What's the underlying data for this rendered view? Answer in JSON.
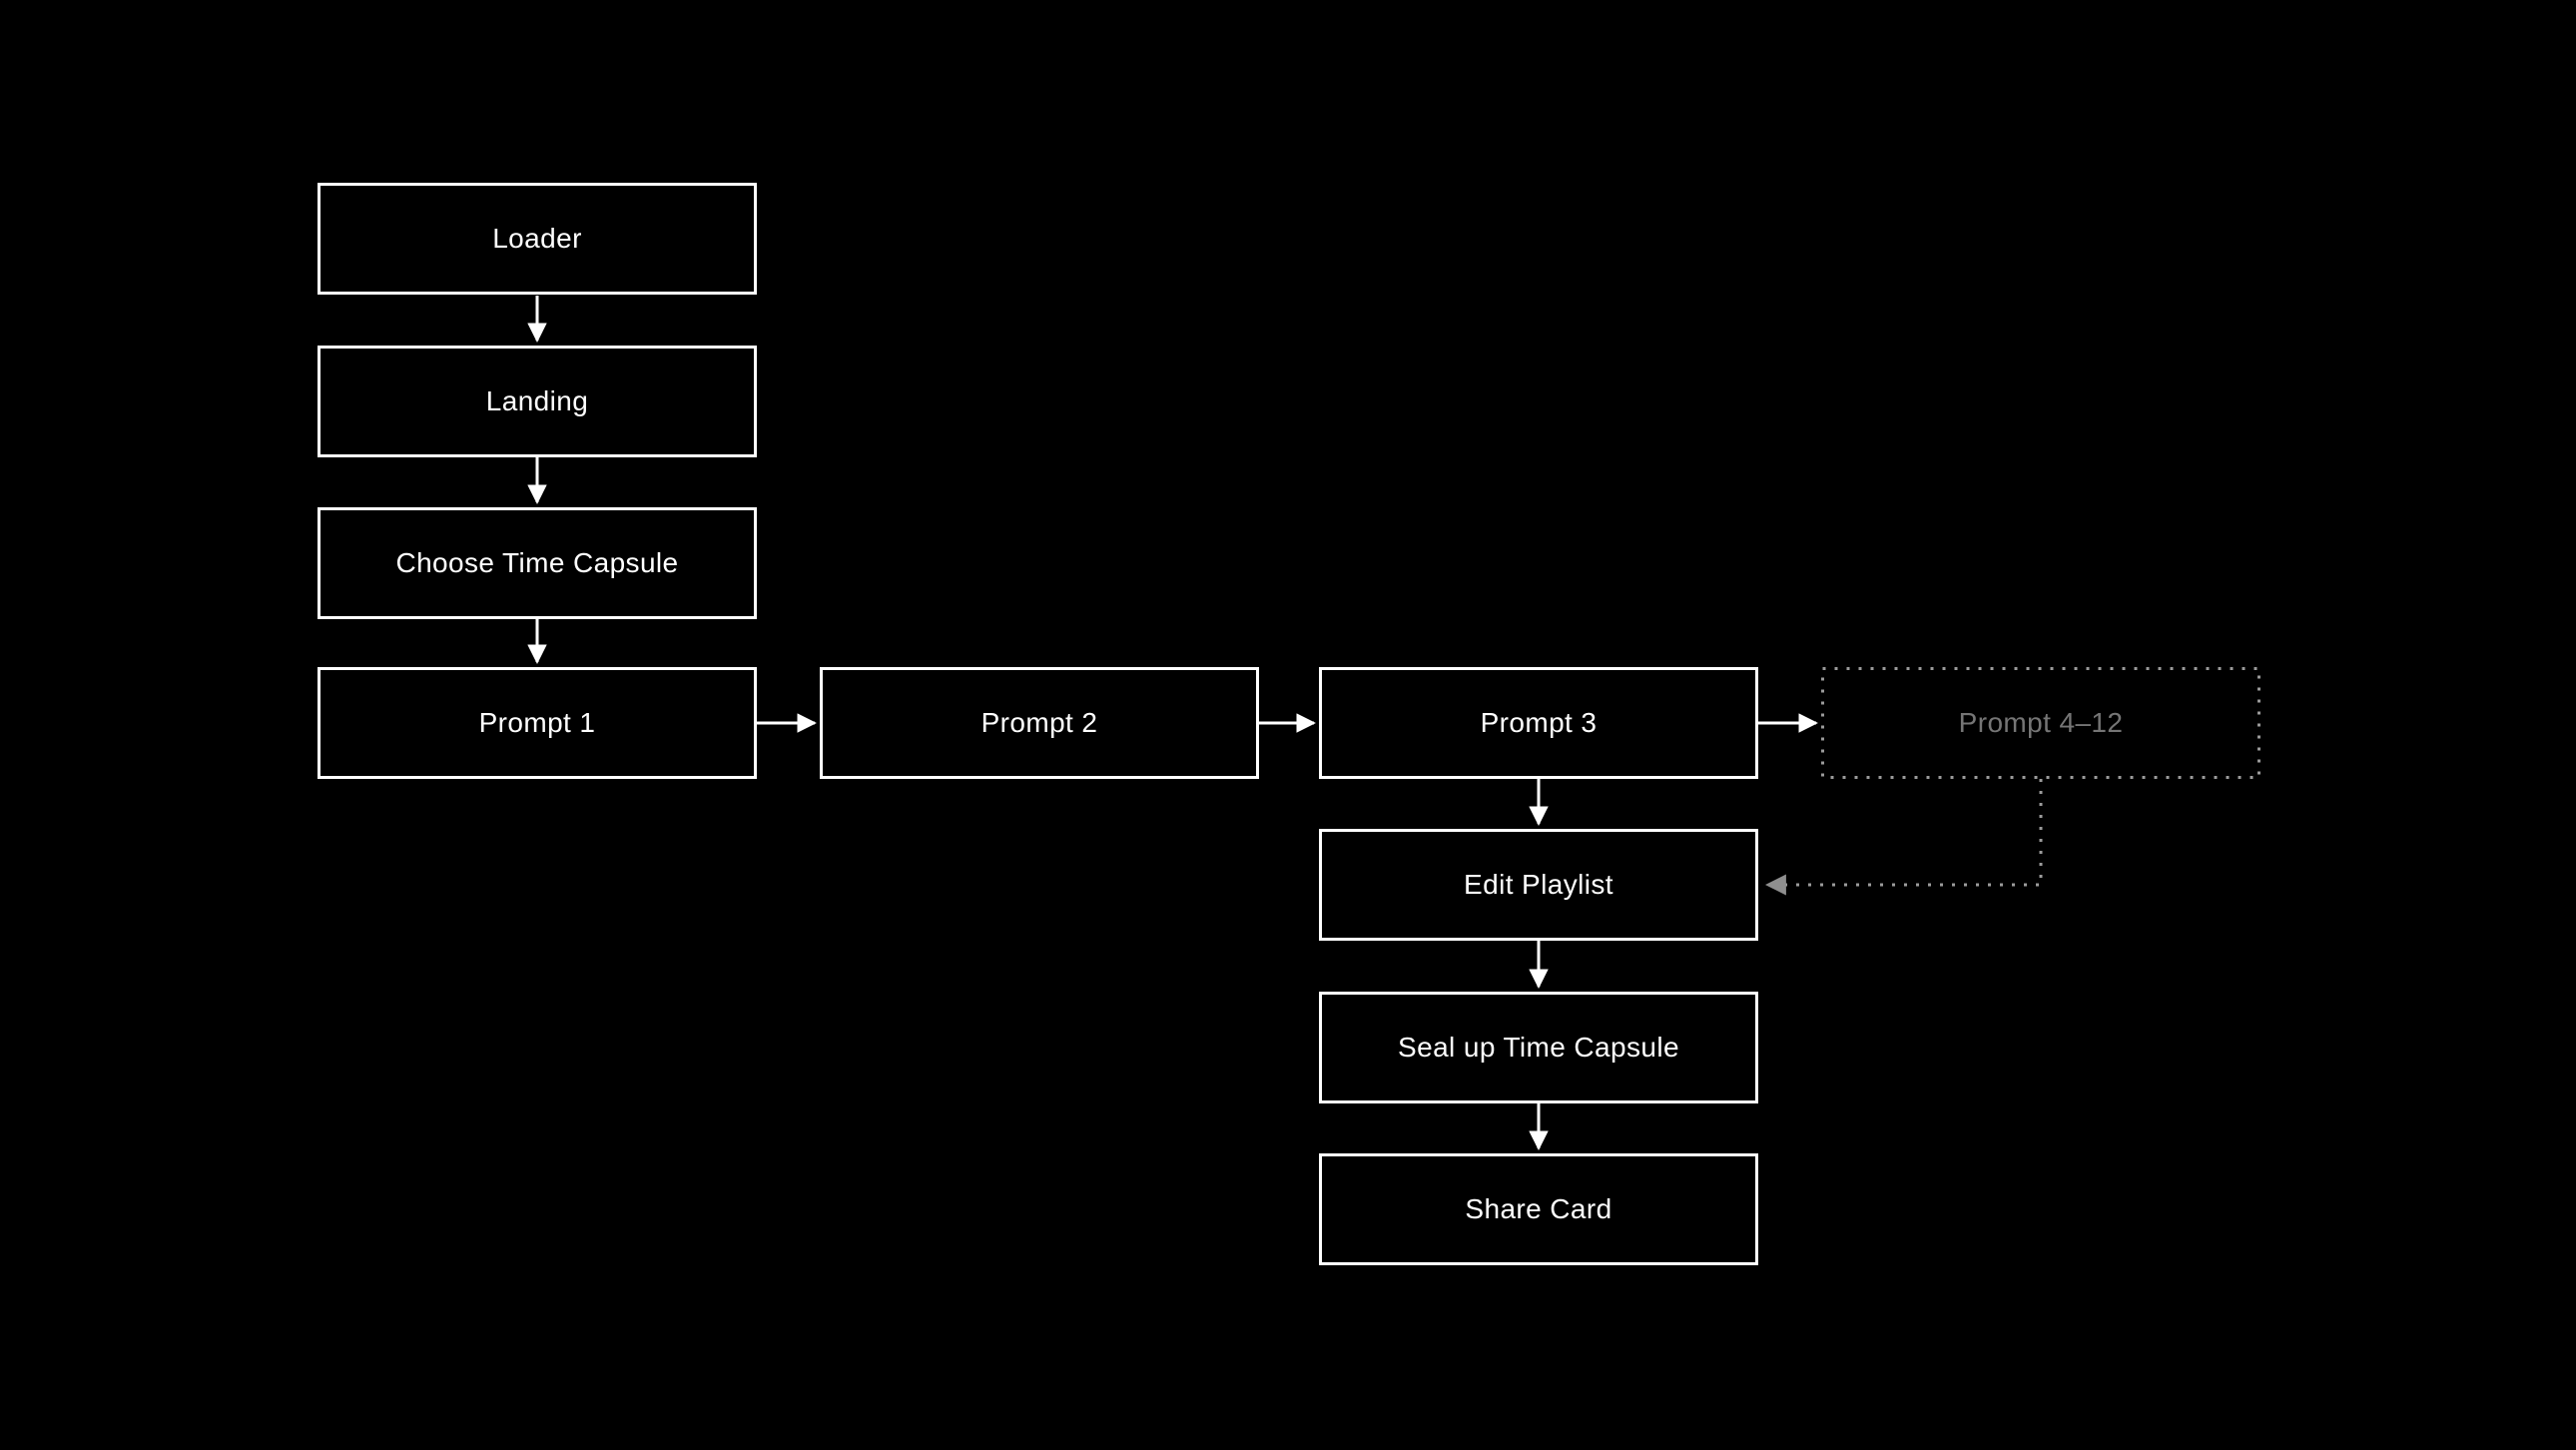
{
  "diagram": {
    "background_color": "#000000",
    "box_border_color": "#ffffff",
    "box_text_color": "#ffffff",
    "ghost_color": "#757575",
    "dotted_line_color": "#9b9b9b",
    "dotted_arrowhead_color": "#8f8f8f",
    "nodes": [
      {
        "id": "loader",
        "label": "Loader",
        "style": "solid"
      },
      {
        "id": "landing",
        "label": "Landing",
        "style": "solid"
      },
      {
        "id": "choose-time-capsule",
        "label": "Choose Time Capsule",
        "style": "solid"
      },
      {
        "id": "prompt-1",
        "label": "Prompt 1",
        "style": "solid"
      },
      {
        "id": "prompt-2",
        "label": "Prompt 2",
        "style": "solid"
      },
      {
        "id": "prompt-3",
        "label": "Prompt 3",
        "style": "solid"
      },
      {
        "id": "prompt-4-12",
        "label": "Prompt 4–12",
        "style": "dotted-ghost"
      },
      {
        "id": "edit-playlist",
        "label": "Edit Playlist",
        "style": "solid"
      },
      {
        "id": "seal-up-time-capsule",
        "label": "Seal up Time Capsule",
        "style": "solid"
      },
      {
        "id": "share-card",
        "label": "Share Card",
        "style": "solid"
      }
    ],
    "edges": [
      {
        "from": "loader",
        "to": "landing",
        "style": "solid-arrow"
      },
      {
        "from": "landing",
        "to": "choose-time-capsule",
        "style": "solid-arrow"
      },
      {
        "from": "choose-time-capsule",
        "to": "prompt-1",
        "style": "solid-arrow"
      },
      {
        "from": "prompt-1",
        "to": "prompt-2",
        "style": "solid-arrow"
      },
      {
        "from": "prompt-2",
        "to": "prompt-3",
        "style": "solid-arrow"
      },
      {
        "from": "prompt-3",
        "to": "prompt-4-12",
        "style": "solid-arrow"
      },
      {
        "from": "prompt-3",
        "to": "edit-playlist",
        "style": "solid-arrow"
      },
      {
        "from": "prompt-4-12",
        "to": "edit-playlist",
        "style": "dotted-arrow"
      },
      {
        "from": "edit-playlist",
        "to": "seal-up-time-capsule",
        "style": "solid-arrow"
      },
      {
        "from": "seal-up-time-capsule",
        "to": "share-card",
        "style": "solid-arrow"
      }
    ]
  }
}
